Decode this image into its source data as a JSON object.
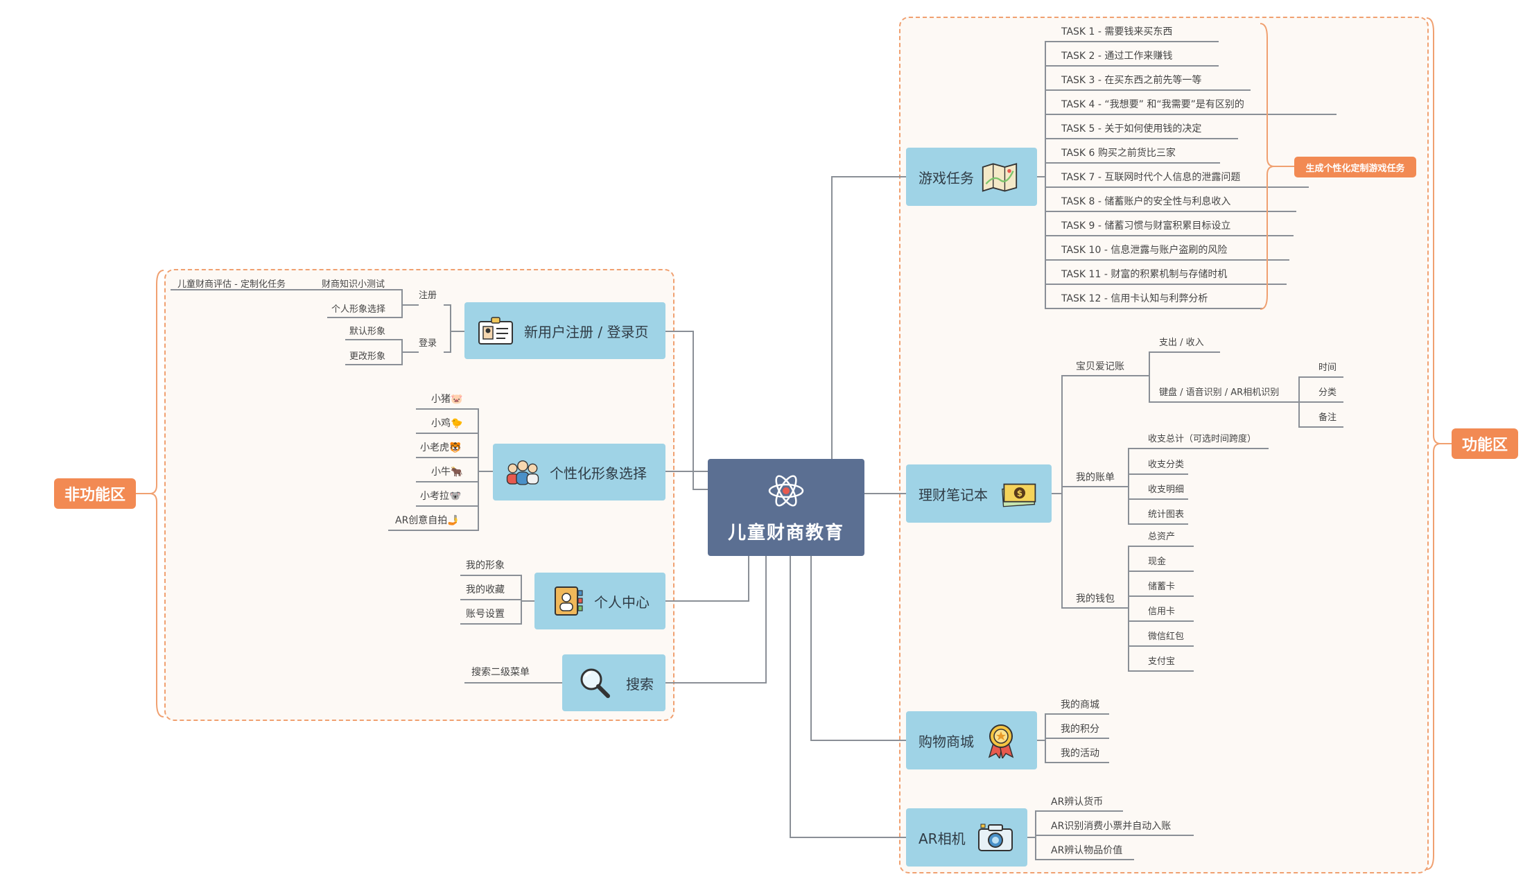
{
  "center": {
    "title": "儿童财商教育",
    "icon": "atom-icon"
  },
  "regions": {
    "left": "非功能区",
    "right": "功能区"
  },
  "left": {
    "register_login": {
      "label": "新用户注册 / 登录页",
      "icon": "id-badge-icon",
      "register": "注册",
      "login": "登录",
      "quiz": "财商知识小测试",
      "assessment": "儿童财商评估 - 定制化任务",
      "avatar_select": "个人形象选择",
      "default_avatar": "默认形象",
      "change_avatar": "更改形象"
    },
    "avatar": {
      "label": "个性化形象选择",
      "icon": "people-icon",
      "items": [
        "小猪🐷",
        "小鸡🐤",
        "小老虎🐯",
        "小牛🐂",
        "小考拉🐨",
        "AR创意自拍🤳"
      ]
    },
    "personal": {
      "label": "个人中心",
      "icon": "contact-card-icon",
      "items": [
        "我的形象",
        "我的收藏",
        "账号设置"
      ]
    },
    "search": {
      "label": "搜索",
      "icon": "magnifier-icon",
      "items": [
        "搜索二级菜单"
      ]
    }
  },
  "right": {
    "tasks": {
      "label": "游戏任务",
      "icon": "map-icon",
      "tag": "生成个性化定制游戏任务",
      "items": [
        "TASK 1 - 需要钱来买东西",
        "TASK 2 - 通过工作来赚钱",
        "TASK 3 - 在买东西之前先等一等",
        "TASK 4 - “我想要” 和“我需要”是有区别的",
        "TASK 5 - 关于如何使用钱的决定",
        "TASK 6    购买之前货比三家",
        "TASK 7 - 互联网时代个人信息的泄露问题",
        "TASK 8 - 储蓄账户的安全性与利息收入",
        "TASK 9 - 储蓄习惯与财富积累目标设立",
        "TASK 10 - 信息泄露与账户盗刷的风险",
        "TASK 11 - 财富的积累机制与存储时机",
        "TASK 12 - 信用卡认知与利弊分析"
      ]
    },
    "notebook": {
      "label": "理财笔记本",
      "icon": "money-icon",
      "bookkeeping": {
        "label": "宝贝爱记账",
        "expense_income": "支出 / 收入",
        "input": "键盘 / 语音识别 / AR相机识别",
        "fields": [
          "时间",
          "分类",
          "备注"
        ]
      },
      "bills": {
        "label": "我的账单",
        "items": [
          "收支总计（可选时间跨度）",
          "收支分类",
          "收支明细",
          "统计图表"
        ]
      },
      "wallet": {
        "label": "我的钱包",
        "items": [
          "总资产",
          "现金",
          "储蓄卡",
          "信用卡",
          "微信红包",
          "支付宝"
        ]
      }
    },
    "mall": {
      "label": "购物商城",
      "icon": "medal-icon",
      "items": [
        "我的商城",
        "我的积分",
        "我的活动"
      ]
    },
    "ar": {
      "label": "AR相机",
      "icon": "camera-icon",
      "items": [
        "AR辨认货币",
        "AR识别消费小票并自动入账",
        "AR辨认物品价值"
      ]
    }
  },
  "colors": {
    "node": "#9fd3e6",
    "center": "#5b6f92",
    "accent": "#f28a53",
    "line": "#8a8f96"
  }
}
